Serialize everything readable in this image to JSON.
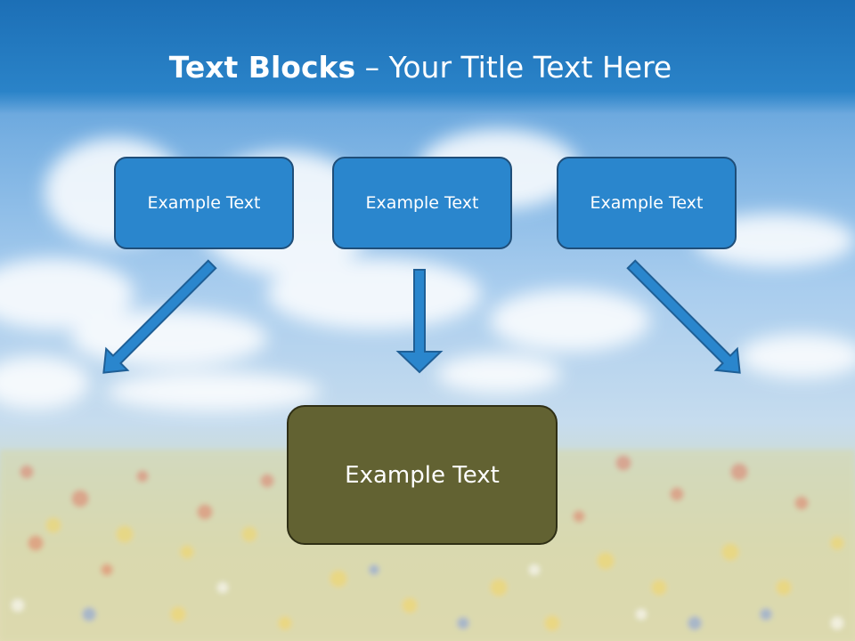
{
  "title": {
    "bold": "Text Blocks",
    "dash": " – ",
    "rest": "Your Title Text Here"
  },
  "top_blocks": [
    {
      "label": "Example Text"
    },
    {
      "label": "Example Text"
    },
    {
      "label": "Example Text"
    }
  ],
  "bottom_block": {
    "label": "Example Text"
  },
  "colors": {
    "title_band": "#1c6fb6",
    "top_block_fill": "#2a86cd",
    "bottom_block_fill": "#626232",
    "arrow_fill": "#2a86cd"
  },
  "icons": [
    "arrow-down-right-icon",
    "arrow-down-icon",
    "arrow-down-left-icon"
  ]
}
